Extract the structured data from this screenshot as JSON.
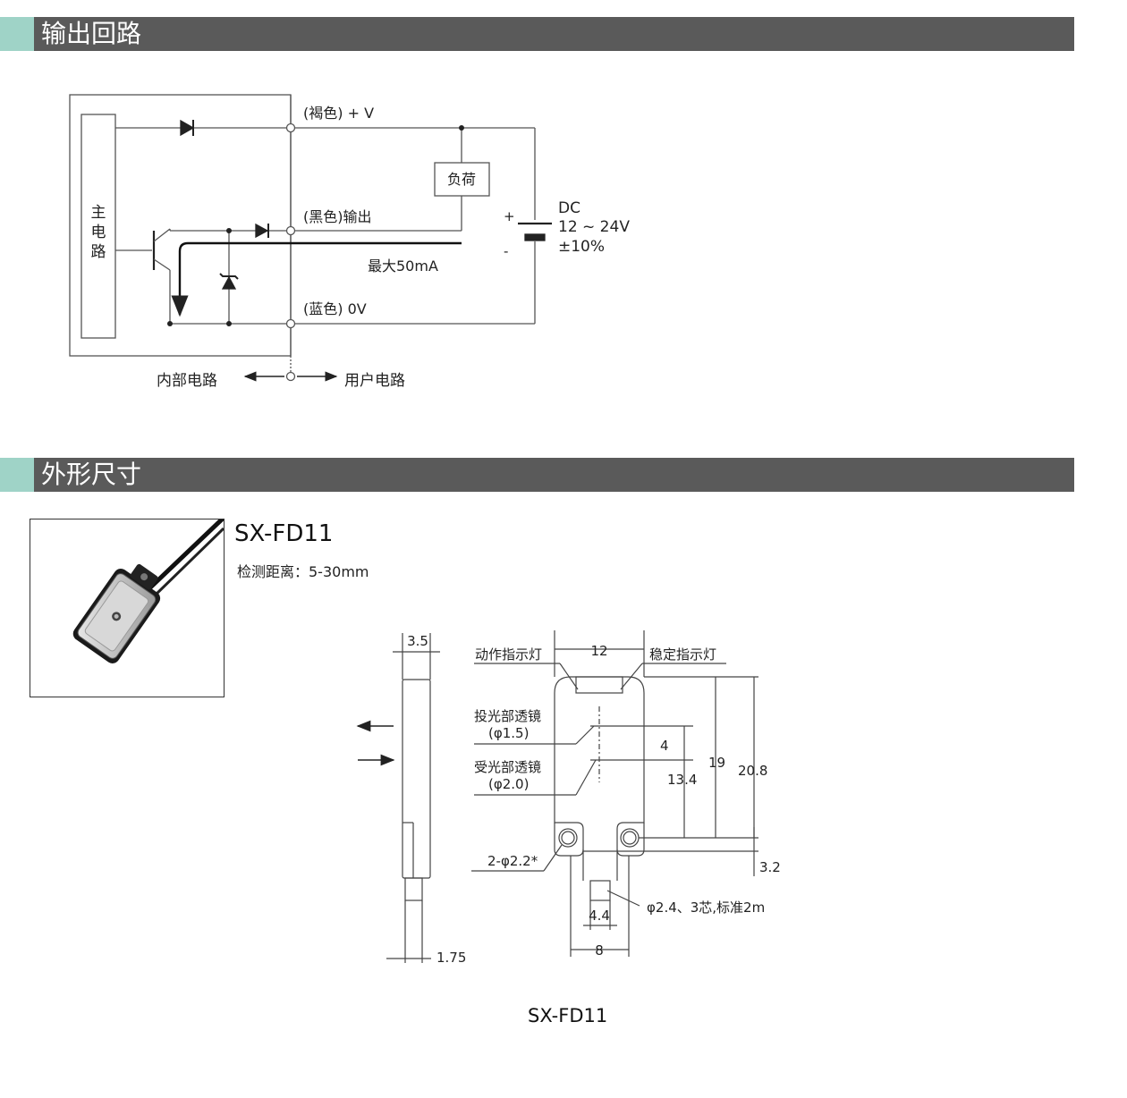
{
  "sections": {
    "output_circuit": {
      "title": "输出回路"
    },
    "dimensions": {
      "title": "外形尺寸"
    }
  },
  "circuit": {
    "main_circuit_label": [
      "主",
      "电",
      "路"
    ],
    "wire_brown": "(褐色) + V",
    "wire_black": "(黑色)输出",
    "wire_blue": "(蓝色) 0V",
    "load": "负荷",
    "max_current": "最大50mA",
    "supply_line1": "DC",
    "supply_line2": "12 ~ 24V",
    "supply_line3": "±10%",
    "plus_sign": "+",
    "minus_sign": "-",
    "internal_circuit": "内部电路",
    "user_circuit": "用户电路"
  },
  "product": {
    "model": "SX-FD11",
    "detection_range": "检测距离：5-30mm",
    "caption": "SX-FD11"
  },
  "dimensions": {
    "side_thickness": "3.5",
    "side_bottom": "1.75",
    "width_top": "12",
    "action_indicator": "动作指示灯",
    "stable_indicator": "稳定指示灯",
    "emitter_lens": "投光部透镜",
    "emitter_lens_dia": "(φ1.5)",
    "receiver_lens": "受光部透镜",
    "receiver_lens_dia": "(φ2.0)",
    "lens_spacing": "4",
    "lens_height": "13.4",
    "hole_height": "19",
    "total_height": "20.8",
    "hole_offset": "3.2",
    "mount_holes": "2-φ2.2*",
    "cable_spec": "φ2.4、3芯,标准2m",
    "neck_width": "4.4",
    "base_width": "8"
  },
  "colors": {
    "bar": "#5a5a5a",
    "accent": "#9fd3c7",
    "line": "#333333"
  }
}
